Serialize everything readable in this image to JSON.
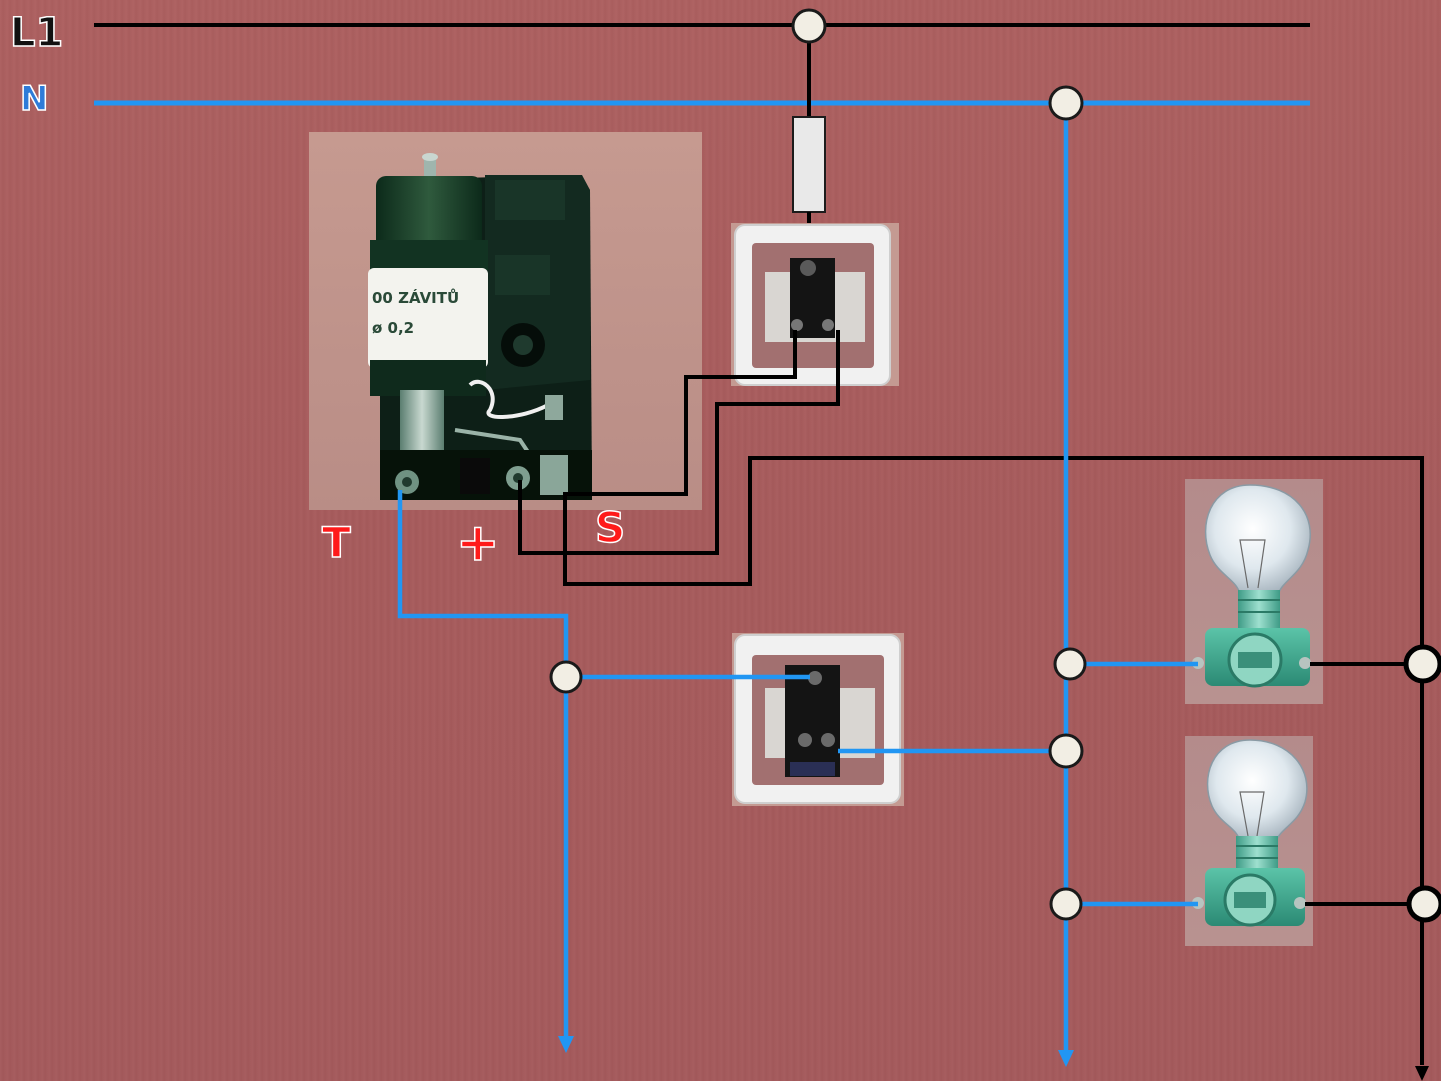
{
  "rails": {
    "phase_label": "L1",
    "neutral_label": "N"
  },
  "relay": {
    "coil_text_1": "00 ZÁVITŮ",
    "coil_text_2": "ø 0,2"
  },
  "terminals": {
    "t_label": "T",
    "plus_label": "+",
    "s_label": "S"
  },
  "colors": {
    "phase_wire": "#000000",
    "neutral_wire": "#2196f3",
    "terminal_label": "#ff1a1a",
    "neutral_label": "#2e7bd8",
    "background": "#a85c5c",
    "junction": "#f2eee4"
  }
}
